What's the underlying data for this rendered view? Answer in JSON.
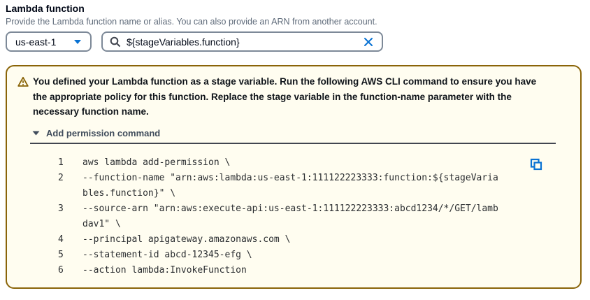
{
  "header": {
    "title": "Lambda function",
    "description": "Provide the Lambda function name or alias. You can also provide an ARN from another account."
  },
  "controls": {
    "region_dropdown": {
      "value": "us-east-1",
      "icon": "caret-down-icon"
    },
    "search": {
      "value": "${stageVariables.function}",
      "leading_icon": "search-icon",
      "trailing_icon": "clear-x-icon"
    }
  },
  "alert": {
    "type": "warning",
    "icon": "warning-triangle-icon",
    "message": "You defined your Lambda function as a stage variable. Run the following AWS CLI command to ensure you have the appropriate policy for this function. Replace the stage variable in the function-name parameter with the necessary function name.",
    "expander": {
      "state": "expanded",
      "icon": "caret-down-filled-icon",
      "label": "Add permission command"
    },
    "code": {
      "copy_icon": "copy-icon",
      "lines": [
        {
          "num": "1",
          "text": "aws lambda add-permission \\"
        },
        {
          "num": "2",
          "text": "--function-name \"arn:aws:lambda:us-east-1:111122223333:function:${stageVaria"
        },
        {
          "num": "",
          "text": "bles.function}\" \\"
        },
        {
          "num": "3",
          "text": "--source-arn \"arn:aws:execute-api:us-east-1:111122223333:abcd1234/*/GET/lamb"
        },
        {
          "num": "",
          "text": "dav1\" \\"
        },
        {
          "num": "4",
          "text": "--principal apigateway.amazonaws.com \\"
        },
        {
          "num": "5",
          "text": "--statement-id abcd-12345-efg \\"
        },
        {
          "num": "6",
          "text": "--action lambda:InvokeFunction"
        }
      ]
    }
  },
  "colors": {
    "accent_blue": "#0972d3",
    "warning_border": "#8a6408",
    "warning_background": "#fffdf0",
    "input_border": "#7d8998",
    "muted_text": "#5f6b7a"
  }
}
